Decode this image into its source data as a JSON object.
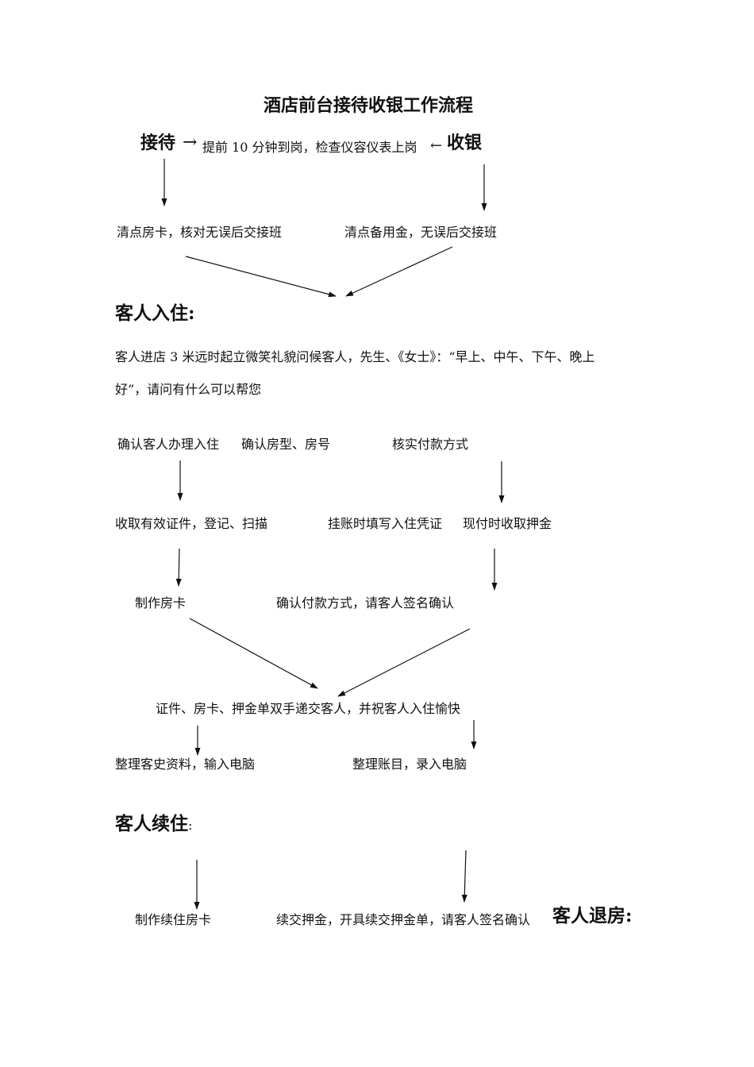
{
  "doc": {
    "title": "酒店前台接待收银工作流程",
    "header_left_label": "接待",
    "header_left_arrow": "→",
    "header_middle_text": "提前 10 分钟到岗，检查仪容仪表上岗",
    "header_right_arrow": "←",
    "header_right_label": "收银",
    "handover_left": "清点房卡，核对无误后交接班",
    "handover_right": "清点备用金，无误后交接班",
    "checkin_heading": "客人入住:",
    "greeting_line1": "客人进店 3 米远时起立微笑礼貌问候客人，先生、《女士》：“早上、中午、下午、晚上",
    "greeting_line2": "好”，请问有什么可以帮您",
    "confirm_checkin": "确认客人办理入住",
    "confirm_room": "确认房型、房号",
    "verify_payment": "核实付款方式",
    "collect_id": "收取有效证件，登记、扫描",
    "credit_voucher": "挂账时填写入住凭证",
    "cash_deposit": "现付时收取押金",
    "make_card": "制作房卡",
    "confirm_payment_sign": "确认付款方式，请客人签名确认",
    "hand_over_items": "证件、房卡、押金单双手递交客人，并祝客人入住愉快",
    "organize_guest_data": "整理客史资料，输入电脑",
    "organize_accounts": "整理账目，录入电脑",
    "extend_heading_bold": "客人续住",
    "extend_heading_colon": ":",
    "make_extend_card": "制作续住房卡",
    "extend_deposit": "续交押金，开具续交押金单，请客人签名确认",
    "checkout_heading": "客人退房:"
  }
}
